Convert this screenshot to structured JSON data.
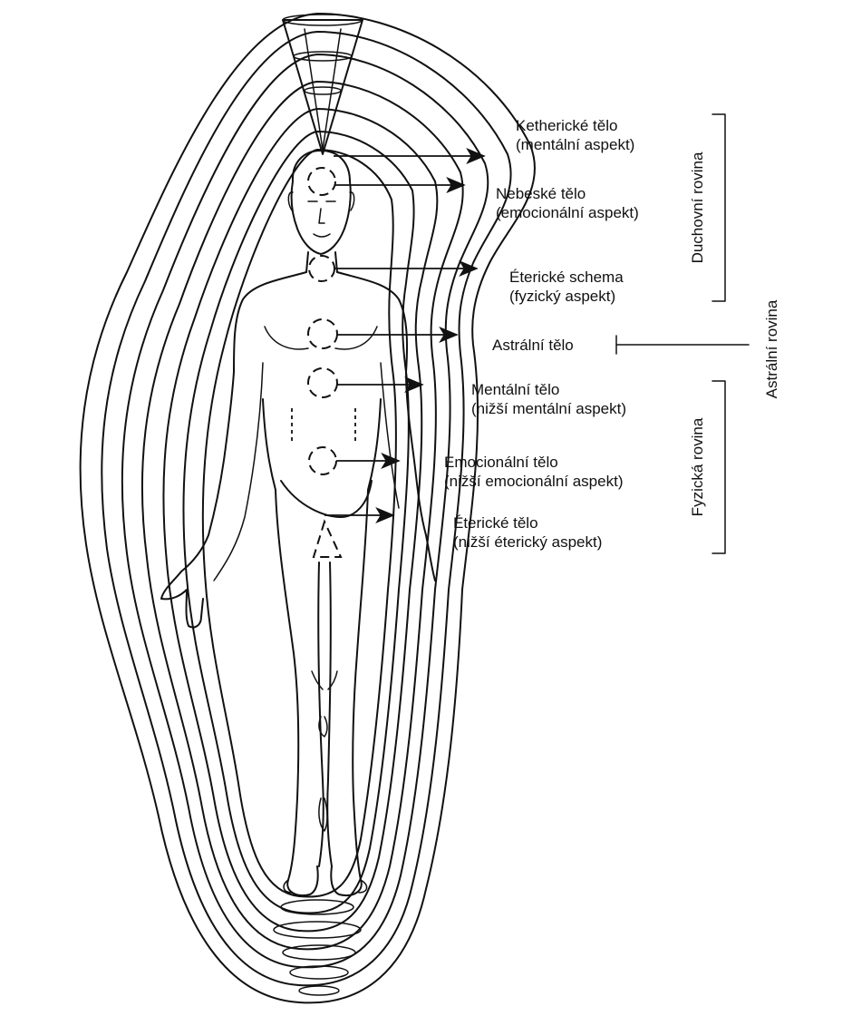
{
  "labels": [
    {
      "id": "ketheric",
      "line1": "Ketherické tělo",
      "line2": "(mentální aspekt)"
    },
    {
      "id": "celestial",
      "line1": "Nebeské tělo",
      "line2": "(emocionální aspekt)"
    },
    {
      "id": "etheric-template",
      "line1": "Éterické schema",
      "line2": "(fyzický aspekt)"
    },
    {
      "id": "astral",
      "line1": "Astrální tělo",
      "line2": ""
    },
    {
      "id": "mental",
      "line1": "Mentální tělo",
      "line2": "(nižší mentální aspekt)"
    },
    {
      "id": "emotional",
      "line1": "Emocionální tělo",
      "line2": "(nižší emocionální aspekt)"
    },
    {
      "id": "etheric",
      "line1": "Éterické tělo",
      "line2": "(nižší éterický aspekt)"
    }
  ],
  "groups": {
    "spiritual": "Duchovní rovina",
    "astral": "Astrální rovina",
    "physical": "Fyzická rovina"
  }
}
